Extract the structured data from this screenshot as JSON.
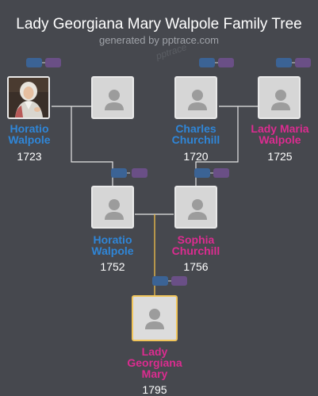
{
  "header": {
    "title": "Lady Georgiana Mary Walpole Family Tree",
    "subtitle": "generated by pptrace.com",
    "watermark": "pptrace"
  },
  "people": {
    "horatio_1723": {
      "line1": "Horatio",
      "line2": "Walpole",
      "year": "1723",
      "has_portrait": true
    },
    "unknown_parent": {
      "has_portrait": false
    },
    "charles": {
      "line1": "Charles",
      "line2": "Churchill",
      "year": "1720",
      "has_portrait": false
    },
    "lady_maria": {
      "line1": "Lady Maria",
      "line2": "Walpole",
      "year": "1725",
      "has_portrait": false
    },
    "horatio_1752": {
      "line1": "Horatio",
      "line2": "Walpole",
      "year": "1752",
      "has_portrait": false
    },
    "sophia": {
      "line1": "Sophia",
      "line2": "Churchill",
      "year": "1756",
      "has_portrait": false
    },
    "georgiana": {
      "line1": "Lady",
      "line2": "Georgiana",
      "line3": "Mary",
      "year": "1795",
      "has_portrait": false,
      "selected": true
    }
  },
  "colors": {
    "background": "#46484e",
    "male_name": "#2f86d8",
    "female_name": "#dc2c90",
    "connector": "#e6e6e6",
    "selected_connector": "#e8b84a",
    "pill_blue": "#3b6395",
    "pill_purple": "#6a4f86"
  },
  "icons": {
    "placeholder": "person-silhouette-icon",
    "expand_ancestors": "expand-pill-icon"
  }
}
